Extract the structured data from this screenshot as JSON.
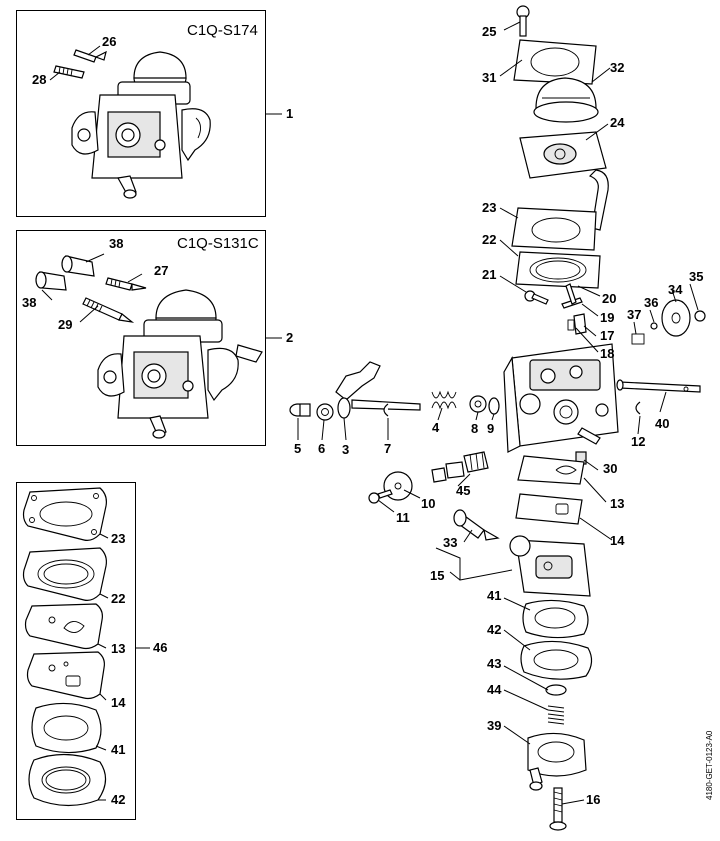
{
  "figure_code": "4180-GET-0123-A0",
  "boxes": {
    "top": {
      "model": "C1Q-S174",
      "callout": "1"
    },
    "middle": {
      "model": "C1Q-S131C",
      "callout": "2"
    },
    "kit": {
      "callout": "46"
    }
  },
  "labels": {
    "n1": "1",
    "n2": "2",
    "n3": "3",
    "n4": "4",
    "n5": "5",
    "n6": "6",
    "n7": "7",
    "n8": "8",
    "n9": "9",
    "n10": "10",
    "n11": "11",
    "n12": "12",
    "n13": "13",
    "n13b": "13",
    "n14": "14",
    "n14b": "14",
    "n15": "15",
    "n16": "16",
    "n17": "17",
    "n18": "18",
    "n19": "19",
    "n20": "20",
    "n21": "21",
    "n22": "22",
    "n22b": "22",
    "n23": "23",
    "n23b": "23",
    "n24": "24",
    "n25": "25",
    "n26": "26",
    "n27": "27",
    "n28": "28",
    "n29": "29",
    "n30": "30",
    "n31": "31",
    "n32": "32",
    "n33": "33",
    "n34": "34",
    "n35": "35",
    "n36": "36",
    "n37": "37",
    "n38a": "38",
    "n38b": "38",
    "n39": "39",
    "n40": "40",
    "n41": "41",
    "n41b": "41",
    "n42": "42",
    "n42b": "42",
    "n43": "43",
    "n44": "44",
    "n45": "45",
    "n46": "46"
  }
}
